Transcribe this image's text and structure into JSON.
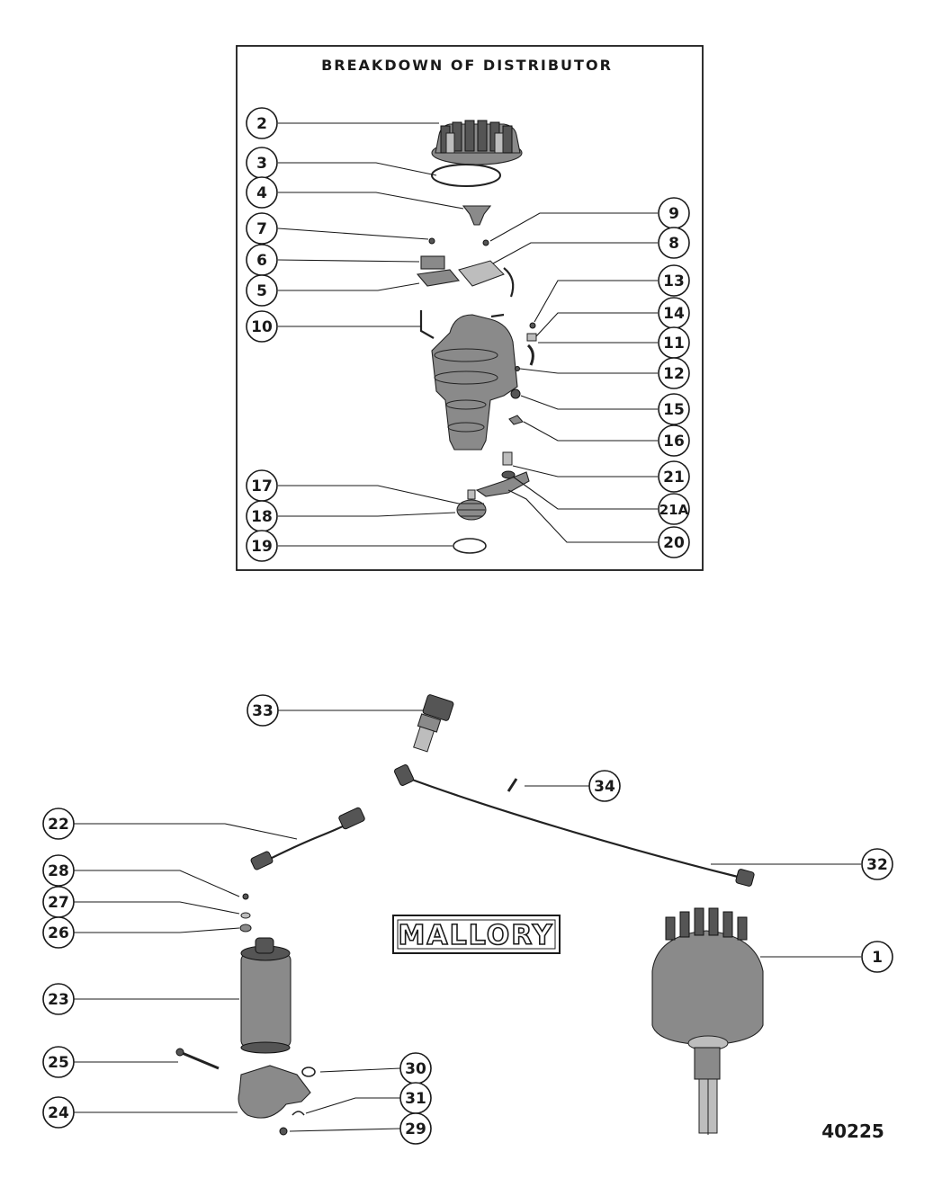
{
  "breakdown_title": "BREAKDOWN OF DISTRIBUTOR",
  "brand_label": "MALLORY",
  "figure_number": "40225",
  "callouts": [
    "2",
    "3",
    "4",
    "7",
    "6",
    "5",
    "10",
    "9",
    "8",
    "13",
    "14",
    "11",
    "12",
    "15",
    "16",
    "21",
    "21A",
    "20",
    "17",
    "18",
    "19",
    "33",
    "34",
    "22",
    "32",
    "28",
    "27",
    "26",
    "1",
    "23",
    "25",
    "30",
    "24",
    "31",
    "29"
  ]
}
